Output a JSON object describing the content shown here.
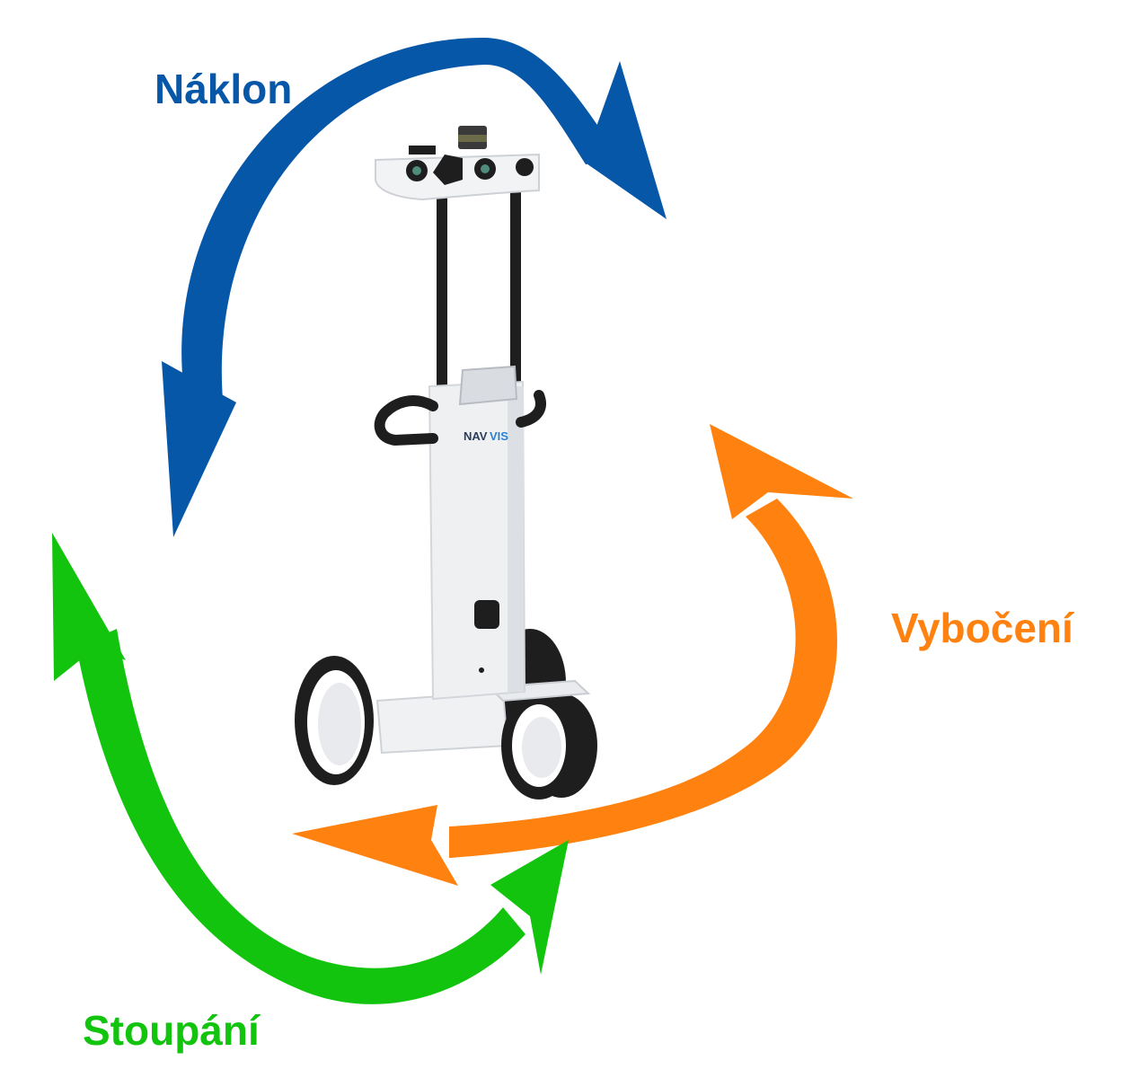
{
  "labels": {
    "naklon": "Náklon",
    "vyboceni": "Vybočení",
    "stoupani": "Stoupání"
  },
  "device": {
    "logo_left": "NAV",
    "logo_right": "VIS"
  },
  "colors": {
    "naklon": "#0757a8",
    "vyboceni": "#ff8210",
    "stoupani": "#12c40e",
    "device_body": "#eef0f2",
    "device_dark": "#1e1e1e"
  },
  "icons": {
    "naklon_arrow": "double-headed-curved-arrow",
    "vyboceni_arrow": "double-headed-curved-arrow",
    "stoupani_arrow": "double-headed-curved-arrow",
    "device": "mobile-mapping-trolley"
  }
}
